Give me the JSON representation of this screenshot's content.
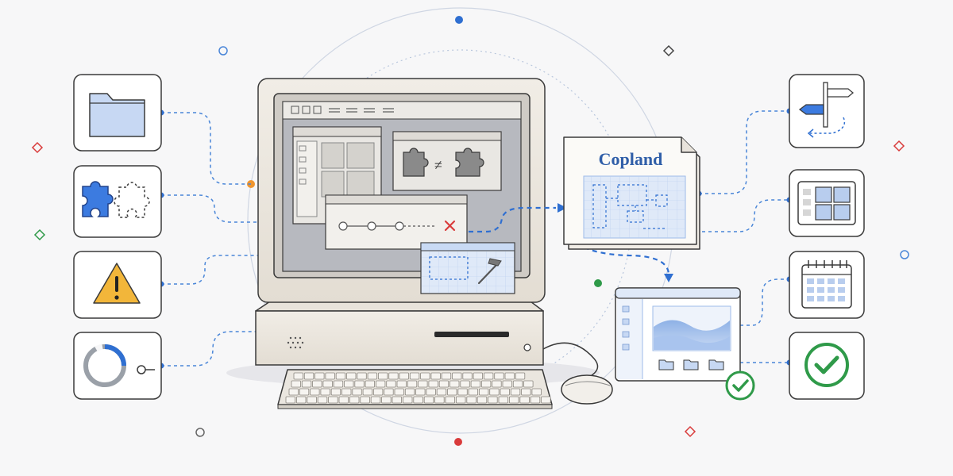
{
  "document_label": "Copland",
  "colors": {
    "background": "#f7f7f8",
    "line": "#3a3a3a",
    "accent_blue": "#2f6fd1",
    "connector_blue": "#4a86d8",
    "warning_yellow": "#f2b63a",
    "error_red": "#d93b3b",
    "success_green": "#2f9a49",
    "node_orange": "#f0962f",
    "panel_blue": "#dfe9f8",
    "beige": "#eeeae3"
  },
  "icons": {
    "left": [
      "folder-icon",
      "puzzle-pieces-icon",
      "warning-icon",
      "progress-ring-icon"
    ],
    "right": [
      "signpost-icon",
      "window-grid-icon",
      "calendar-icon",
      "checkmark-icon"
    ],
    "center": [
      "retro-computer",
      "copland-document",
      "modern-window"
    ]
  }
}
